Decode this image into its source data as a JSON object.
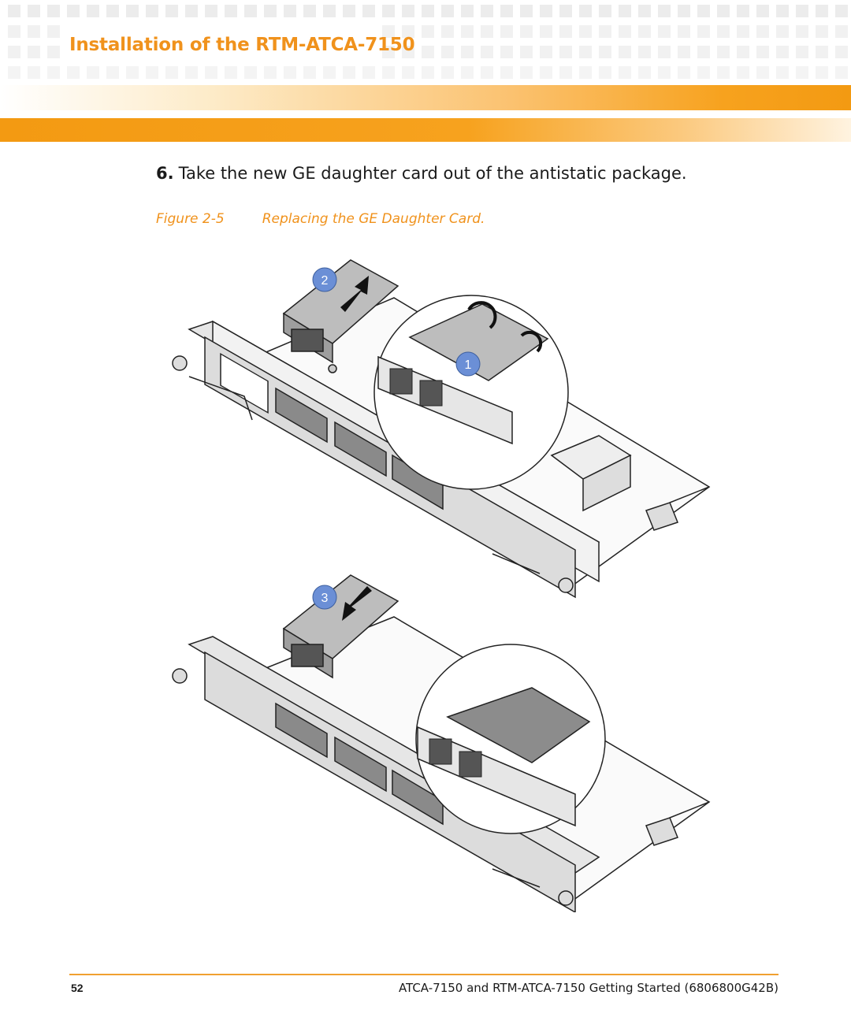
{
  "header": {
    "section_title": "Installation of the RTM-ATCA-7150",
    "accent_color": "#f0921c"
  },
  "body": {
    "step_number": "6.",
    "step_text": "Take the new GE daughter card out of the antistatic package."
  },
  "figure": {
    "label": "Figure 2-5",
    "title": "Replacing the GE Daughter Card.",
    "callouts": [
      "2",
      "1",
      "3"
    ]
  },
  "footer": {
    "page_number": "52",
    "document_title": "ATCA-7150 and RTM-ATCA-7150 Getting Started (6806800G42B)"
  }
}
